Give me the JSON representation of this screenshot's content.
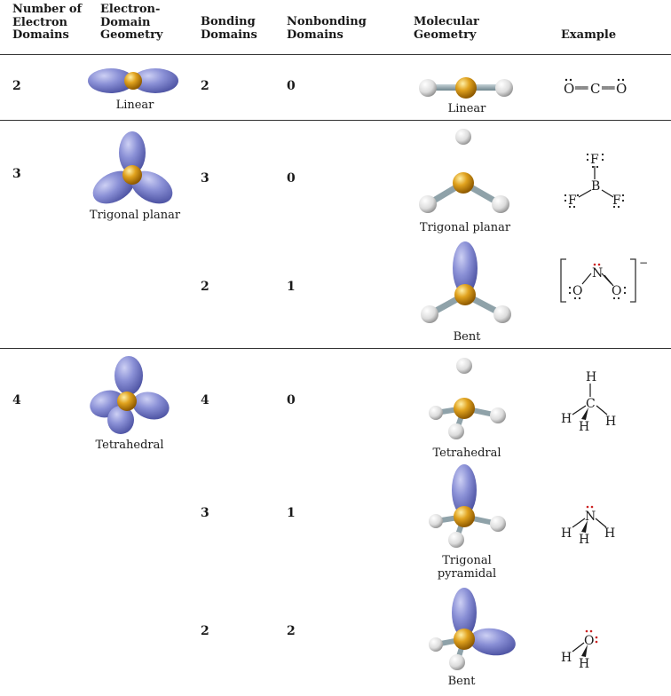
{
  "headers": {
    "num_domains": [
      "Number of",
      "Electron",
      "Domains"
    ],
    "ed_geometry": [
      "Electron-",
      "Domain",
      "Geometry"
    ],
    "bonding": [
      "Bonding",
      "Domains"
    ],
    "nonbonding": [
      "Nonbonding",
      "Domains"
    ],
    "mol_geometry": [
      "Molecular",
      "Geometry"
    ],
    "example": [
      "Example"
    ]
  },
  "groups": [
    {
      "domains": "2",
      "ed_geometry": "Linear"
    },
    {
      "domains": "3",
      "ed_geometry": "Trigonal planar"
    },
    {
      "domains": "4",
      "ed_geometry": "Tetrahedral"
    }
  ],
  "rows": [
    {
      "bonding": "2",
      "nonbonding": "0",
      "mol_geometry": [
        "Linear"
      ]
    },
    {
      "bonding": "3",
      "nonbonding": "0",
      "mol_geometry": [
        "Trigonal planar"
      ]
    },
    {
      "bonding": "2",
      "nonbonding": "1",
      "mol_geometry": [
        "Bent"
      ]
    },
    {
      "bonding": "4",
      "nonbonding": "0",
      "mol_geometry": [
        "Tetrahedral"
      ]
    },
    {
      "bonding": "3",
      "nonbonding": "1",
      "mol_geometry": [
        "Trigonal",
        "pyramidal"
      ]
    },
    {
      "bonding": "2",
      "nonbonding": "2",
      "mol_geometry": [
        "Bent"
      ]
    }
  ],
  "examples": {
    "co2": {
      "o1": "O",
      "c": "C",
      "o2": "O",
      "bond": "══"
    },
    "bf3": {
      "b": "B",
      "f1": "F",
      "f2": "F",
      "f3": "F"
    },
    "no2": {
      "n": "N",
      "o1": "O",
      "o2": "O",
      "charge": "−"
    },
    "ch4": {
      "c": "C",
      "h1": "H",
      "h2": "H",
      "h3": "H",
      "h4": "H"
    },
    "nh3": {
      "n": "N",
      "h1": "H",
      "h2": "H",
      "h3": "H"
    },
    "h2o": {
      "o": "O",
      "h1": "H",
      "h2": "H"
    }
  },
  "colors": {
    "lobe": "#8087cf",
    "center_atom": "#d99a1a",
    "outer_atom": "#e6e6e6",
    "bond": "#9aa9b0",
    "lone_pair_dots": "#cc2222",
    "rule": "#333333"
  }
}
